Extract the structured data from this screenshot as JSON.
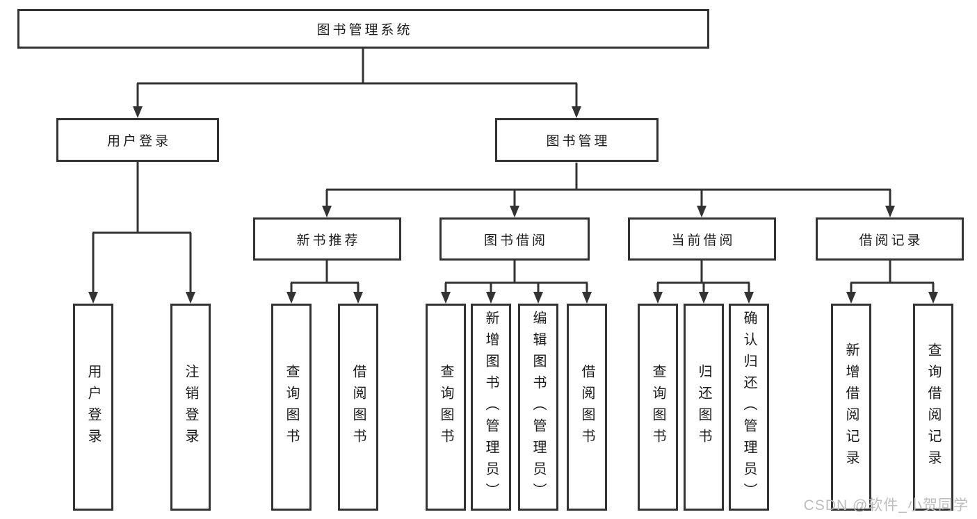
{
  "tree": {
    "root": "图书管理系统",
    "branches": [
      {
        "label": "用户登录",
        "children": [
          "用户登录",
          "注销登录"
        ]
      },
      {
        "label": "图书管理",
        "sections": [
          {
            "label": "新书推荐",
            "children": [
              "查询图书",
              "借阅图书"
            ]
          },
          {
            "label": "图书借阅",
            "children": [
              "查询图书",
              "新增图书（管理员）",
              "编辑图书（管理员）",
              "借阅图书"
            ]
          },
          {
            "label": "当前借阅",
            "children": [
              "查询图书",
              "归还图书",
              "确认归还（管理员）"
            ]
          },
          {
            "label": "借阅记录",
            "children": [
              "新增借阅记录",
              "查询借阅记录"
            ]
          }
        ]
      }
    ]
  },
  "watermark": "CSDN @软件_小贺同学",
  "colors": {
    "line": "#333333",
    "text": "#1c1c1c",
    "background": "#ffffff",
    "watermark": "#bdbdbd"
  }
}
